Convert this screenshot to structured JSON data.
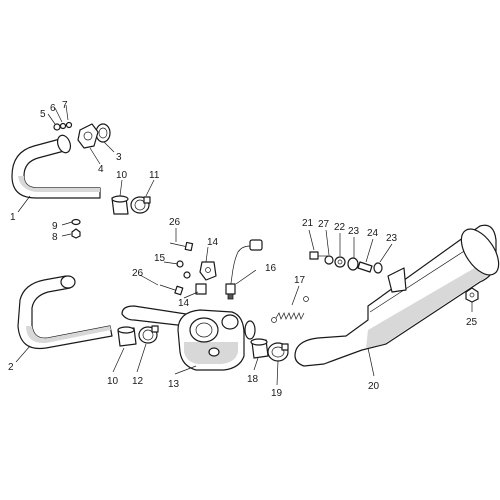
{
  "callouts": [
    "1",
    "2",
    "3",
    "4",
    "5",
    "6",
    "7",
    "8",
    "9",
    "10",
    "10",
    "11",
    "12",
    "13",
    "14",
    "14",
    "15",
    "16",
    "17",
    "18",
    "19",
    "20",
    "21",
    "22",
    "23",
    "23",
    "24",
    "25",
    "26",
    "26",
    "27"
  ]
}
